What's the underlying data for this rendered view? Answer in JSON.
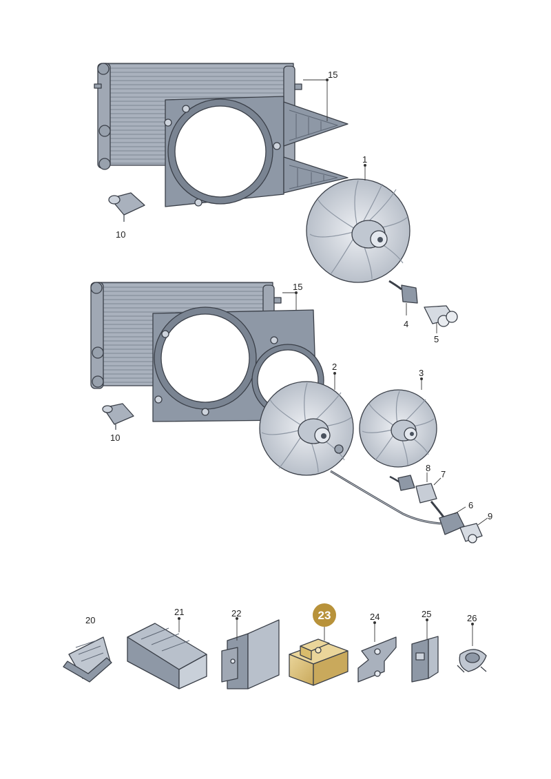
{
  "callouts": {
    "c1": "1",
    "c2": "2",
    "c3": "3",
    "c4": "4",
    "c5": "5",
    "c6": "6",
    "c7": "7",
    "c8": "8",
    "c9": "9",
    "c10a": "10",
    "c10b": "10",
    "c15a": "15",
    "c15b": "15",
    "c20": "20",
    "c21": "21",
    "c22": "22",
    "c23": "23",
    "c24": "24",
    "c25": "25",
    "c26": "26"
  },
  "highlighted_part": "23",
  "colors": {
    "part_fill": "#a9b1bd",
    "part_dark": "#6e7886",
    "part_light": "#cdd3dc",
    "highlight_gold": "#b8923a",
    "highlight_part": "#dcc27e"
  }
}
